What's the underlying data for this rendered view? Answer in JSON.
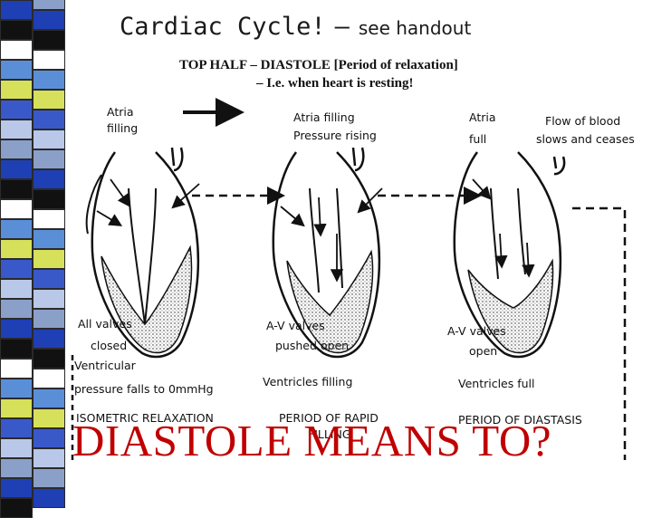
{
  "slide": {
    "title_main": "Cardiac Cycle!",
    "title_dash": "–",
    "title_sub": "see handout",
    "caption_line1": "TOP HALF – DIASTOLE  [Period of relaxation]",
    "caption_line2": "– I.e. when heart is resting!",
    "question": "DIASTOLE MEANS TO?"
  },
  "diagram": {
    "panel1": {
      "top_label": [
        "Atria",
        "filling"
      ],
      "bottom_label": [
        "All valves",
        "closed",
        "Ventricular",
        "pressure falls to 0mmHg"
      ],
      "phase": "ISOMETRIC RELAXATION"
    },
    "panel2": {
      "top_label": [
        "Atria filling",
        "Pressure rising"
      ],
      "bottom_label": [
        "A-V valves",
        "pushed open",
        "",
        "Ventricles filling"
      ],
      "phase": "PERIOD OF RAPID",
      "phase2": "FILLING"
    },
    "panel3": {
      "top_label": [
        "Atria",
        "full"
      ],
      "top_label2": [
        "Flow of blood",
        "slows and ceases"
      ],
      "bottom_label": [
        "A-V valves",
        "open",
        "",
        "Ventricles full"
      ],
      "phase": "PERIOD OF DIASTASIS"
    }
  },
  "strip_colors": [
    "#1f3fb5",
    "#5a8fd8",
    "#b9c8e8",
    "#111111",
    "#d7e05a",
    "#8aa0c8",
    "#ffffff",
    "#3a59c9"
  ]
}
